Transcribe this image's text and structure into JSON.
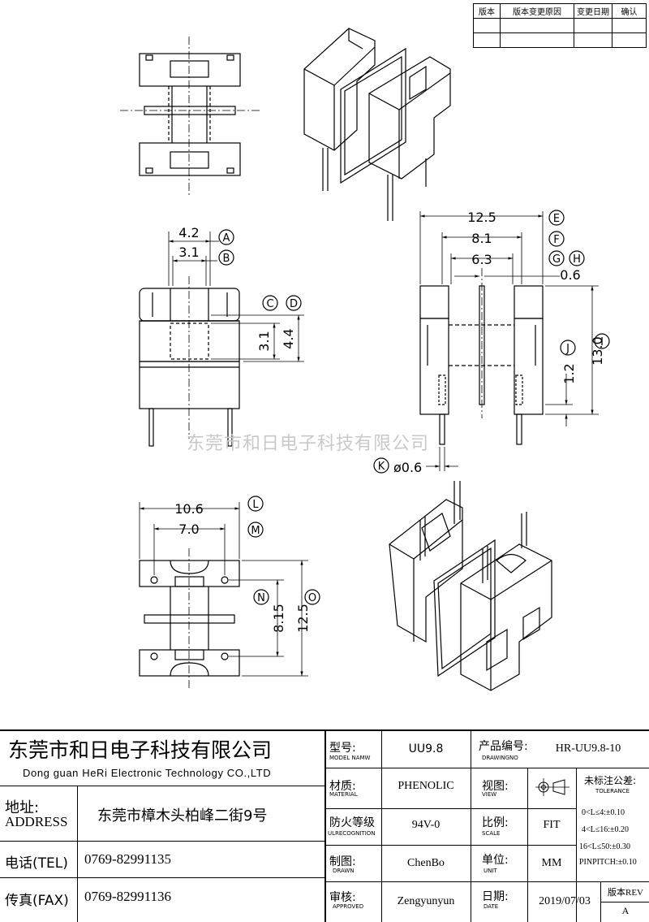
{
  "revision_table": {
    "headers": [
      "版本",
      "版本变更原因",
      "变更日期",
      "确认"
    ]
  },
  "watermark": "东莞市和日电子科技有限公司",
  "dimensions": {
    "d_12_5_top": "12.5",
    "d_8_1": "8.1",
    "d_6_3": "6.3",
    "d_0_6": "0.6",
    "d_13_0": "13.0",
    "d_1_2": "1.2",
    "d_phi_0_6": "ø0.6",
    "d_4_2": "4.2",
    "d_3_1_top": "3.1",
    "d_3_1_side": "3.1",
    "d_4_4": "4.4",
    "d_10_6": "10.6",
    "d_7_0": "7.0",
    "d_8_15": "8.15",
    "d_12_5_side": "12.5"
  },
  "markers": [
    "A",
    "B",
    "C",
    "D",
    "E",
    "F",
    "G",
    "H",
    "I",
    "J",
    "K",
    "L",
    "M",
    "N",
    "O"
  ],
  "company": {
    "name_cn": "东莞市和日电子科技有限公司",
    "name_en": "Dong guan HeRi Electronic Technology CO.,LTD",
    "address_label_cn": "地址:",
    "address_label_en": "ADDRESS",
    "address": "东莞市樟木头柏峰二街9号",
    "tel_label": "电话(TEL)",
    "tel": "0769-82991135",
    "fax_label": "传真(FAX)",
    "fax": "0769-82991136"
  },
  "fields": {
    "model_label": "型号:",
    "model_sub": "MODEL NAMW",
    "model": "UU9.8",
    "drawingno_label": "产品编号:",
    "drawingno_sub": "DRAWINGNO",
    "drawingno": "HR-UU9.8-10",
    "material_label": "材质:",
    "material_sub": "MATERIAL",
    "material": "PHENOLIC",
    "view_label": "视图:",
    "view_sub": "VIEW",
    "tolerance_label": "未标注公差:",
    "tolerance_sub": "TOLERANCE",
    "tol_1": "0<L≤4:±0.10",
    "tol_2": "4<L≤16:±0.20",
    "tol_3": "16<L≤50:±0.30",
    "tol_4": "PINPITCH:±0.10",
    "ul_label": "防火等级",
    "ul_sub": "ULRECOGNITION",
    "ul": "94V-0",
    "scale_label": "比例:",
    "scale_sub": "SCALE",
    "scale": "FIT",
    "drawn_label": "制图:",
    "drawn_sub": "DRAWN",
    "drawn": "ChenBo",
    "unit_label": "单位:",
    "unit_sub": "UNIT",
    "unit": "MM",
    "approved_label": "审核:",
    "approved_sub": "APPROVED",
    "approved": "Zengyunyun",
    "date_label": "日期:",
    "date_sub": "DATE",
    "date": "2019/07/03",
    "rev_label": "版本REV",
    "rev": "A"
  }
}
